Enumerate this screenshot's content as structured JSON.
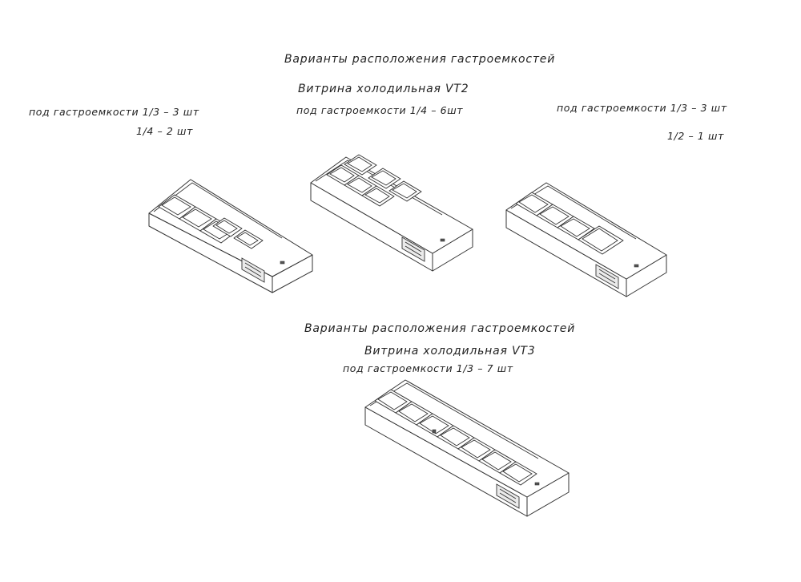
{
  "section_top": {
    "heading": "Варианты расположения гастроемкостей",
    "model": "Витрина холодильная VT2",
    "left": {
      "line1": "под гастроемкости 1/3 – 3 шт",
      "line2": "1/4 – 2 шт"
    },
    "center": {
      "line1": "под гастроемкости 1/4 – 6шт"
    },
    "right": {
      "line1": "под гастроемкости 1/3 – 3 шт",
      "line2": "1/2 – 1 шт"
    }
  },
  "section_bottom": {
    "heading": "Варианты расположения гастроемкостей",
    "model": "Витрина холодильная VT3",
    "line1": "под гастроемкости 1/3 – 7 шт"
  },
  "colors": {
    "ink": "#333333",
    "paper": "#ffffff"
  }
}
